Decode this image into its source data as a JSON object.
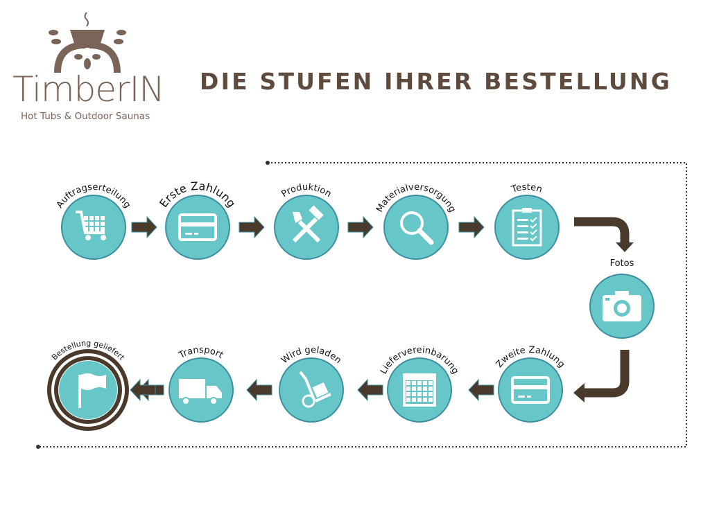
{
  "logo": {
    "name": "TimberIN",
    "tagline": "Hot Tubs & Outdoor Saunas"
  },
  "title": "DIE STUFEN IHRER BESTELLUNG",
  "colors": {
    "circle": "#67c6c7",
    "circle_border": "#3d8ea0",
    "arrow": "#4a3a2b",
    "brand": "#7a6457"
  },
  "steps": [
    {
      "label": "Auftragserteilung",
      "icon": "shopping-cart-icon"
    },
    {
      "label": "Erste Zahlung",
      "icon": "credit-card-icon"
    },
    {
      "label": "Produktion",
      "icon": "hammer-wrench-icon"
    },
    {
      "label": "Materialversorgung",
      "icon": "magnifier-icon"
    },
    {
      "label": "Testen",
      "icon": "clipboard-checklist-icon"
    },
    {
      "label": "Fotos",
      "icon": "camera-icon"
    },
    {
      "label": "Zweite Zahlung",
      "icon": "credit-card-icon"
    },
    {
      "label": "Liefervereinbarung",
      "icon": "calendar-icon"
    },
    {
      "label": "Wird geladen",
      "icon": "hand-truck-icon"
    },
    {
      "label": "Transport",
      "icon": "truck-icon"
    },
    {
      "label": "Bestellung geliefert",
      "icon": "flag-icon"
    }
  ]
}
